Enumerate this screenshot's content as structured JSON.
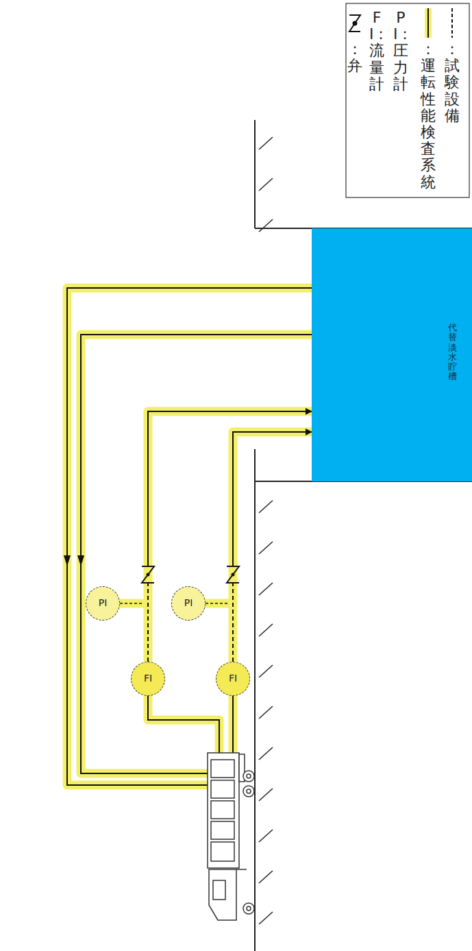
{
  "diagram": {
    "nodes": [
      {
        "text": [
          "代替淡水貯槽"
        ]
      },
      {
        "text": [
          "PI"
        ]
      },
      {
        "text": [
          "FI"
        ]
      },
      {
        "text": [
          "PI"
        ]
      },
      {
        "text": [
          "FI"
        ]
      }
    ],
    "edges": [
      {
        "from": 2,
        "to": 0,
        "arrow": "to"
      },
      {
        "from": 4,
        "to": 0,
        "arrow": "to"
      }
    ],
    "legend": [
      {
        "text": "：試験設備"
      },
      {
        "text": "：運転性能検査系統"
      },
      {
        "text": "PI：圧力計"
      },
      {
        "text": "FI：流量計"
      },
      {
        "text": "：弁"
      }
    ]
  }
}
